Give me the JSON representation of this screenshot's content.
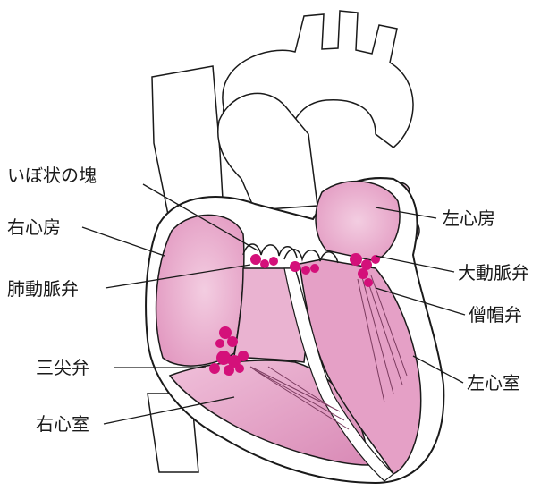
{
  "labels": {
    "vegetation": "いぼ状の塊",
    "right_atrium": "右心房",
    "pulmonary_valve": "肺動脈弁",
    "tricuspid_valve": "三尖弁",
    "right_ventricle": "右心室",
    "left_atrium": "左心房",
    "aortic_valve": "大動脈弁",
    "mitral_valve": "僧帽弁",
    "left_ventricle": "左心室"
  },
  "colors": {
    "chamber_pink": "#e8a3c8",
    "chamber_light": "#f3cde1",
    "muscle_pink": "#d98ab6",
    "vegetation_magenta": "#d4107a",
    "outline": "#1a1a1a"
  }
}
